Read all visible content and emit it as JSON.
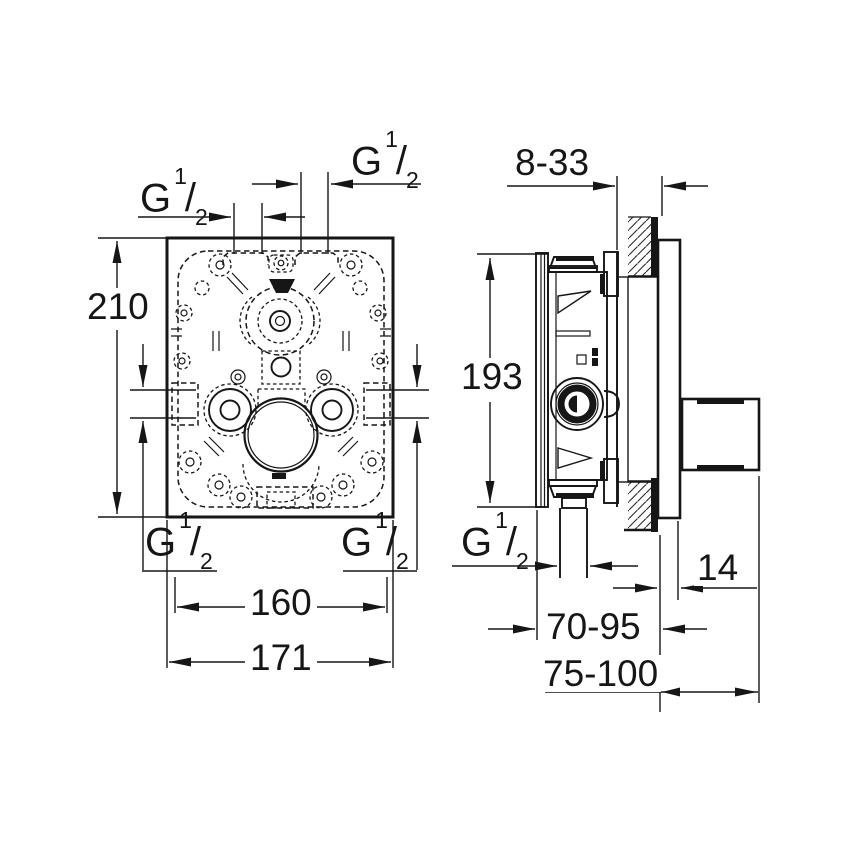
{
  "drawing": {
    "port_label": {
      "prefix": "G",
      "numerator": "1",
      "slash": "/",
      "denominator": "2"
    },
    "dimensions": {
      "front_height": "210",
      "port_spacing_width": "160",
      "front_width": "171",
      "finished_wall_depth": "8-33",
      "side_height": "193",
      "trim_plate_thickness": "14",
      "install_depth_min": "70-95",
      "install_depth_max": "75-100"
    }
  }
}
